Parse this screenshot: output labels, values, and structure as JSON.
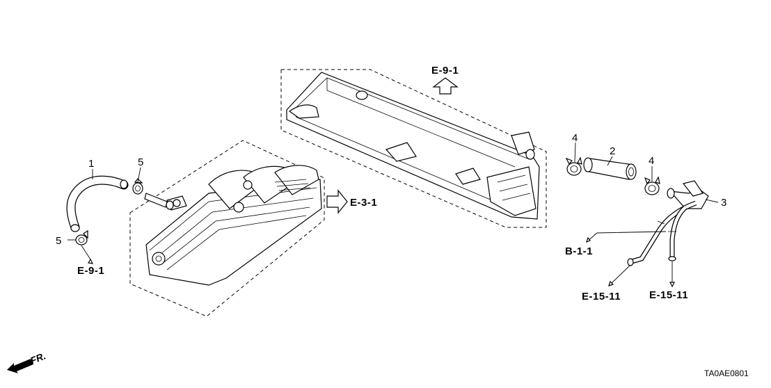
{
  "callouts": {
    "part1": "1",
    "part2": "2",
    "part3": "3",
    "part4a": "4",
    "part4b": "4",
    "part5a": "5",
    "part5b": "5"
  },
  "references": {
    "e91_top": "E-9-1",
    "e91_left": "E-9-1",
    "e31": "E-3-1",
    "b11": "B-1-1",
    "e1511_left": "E-15-11",
    "e1511_right": "E-15-11"
  },
  "front_indicator": "FR.",
  "diagram_code": "TA0AE0801"
}
